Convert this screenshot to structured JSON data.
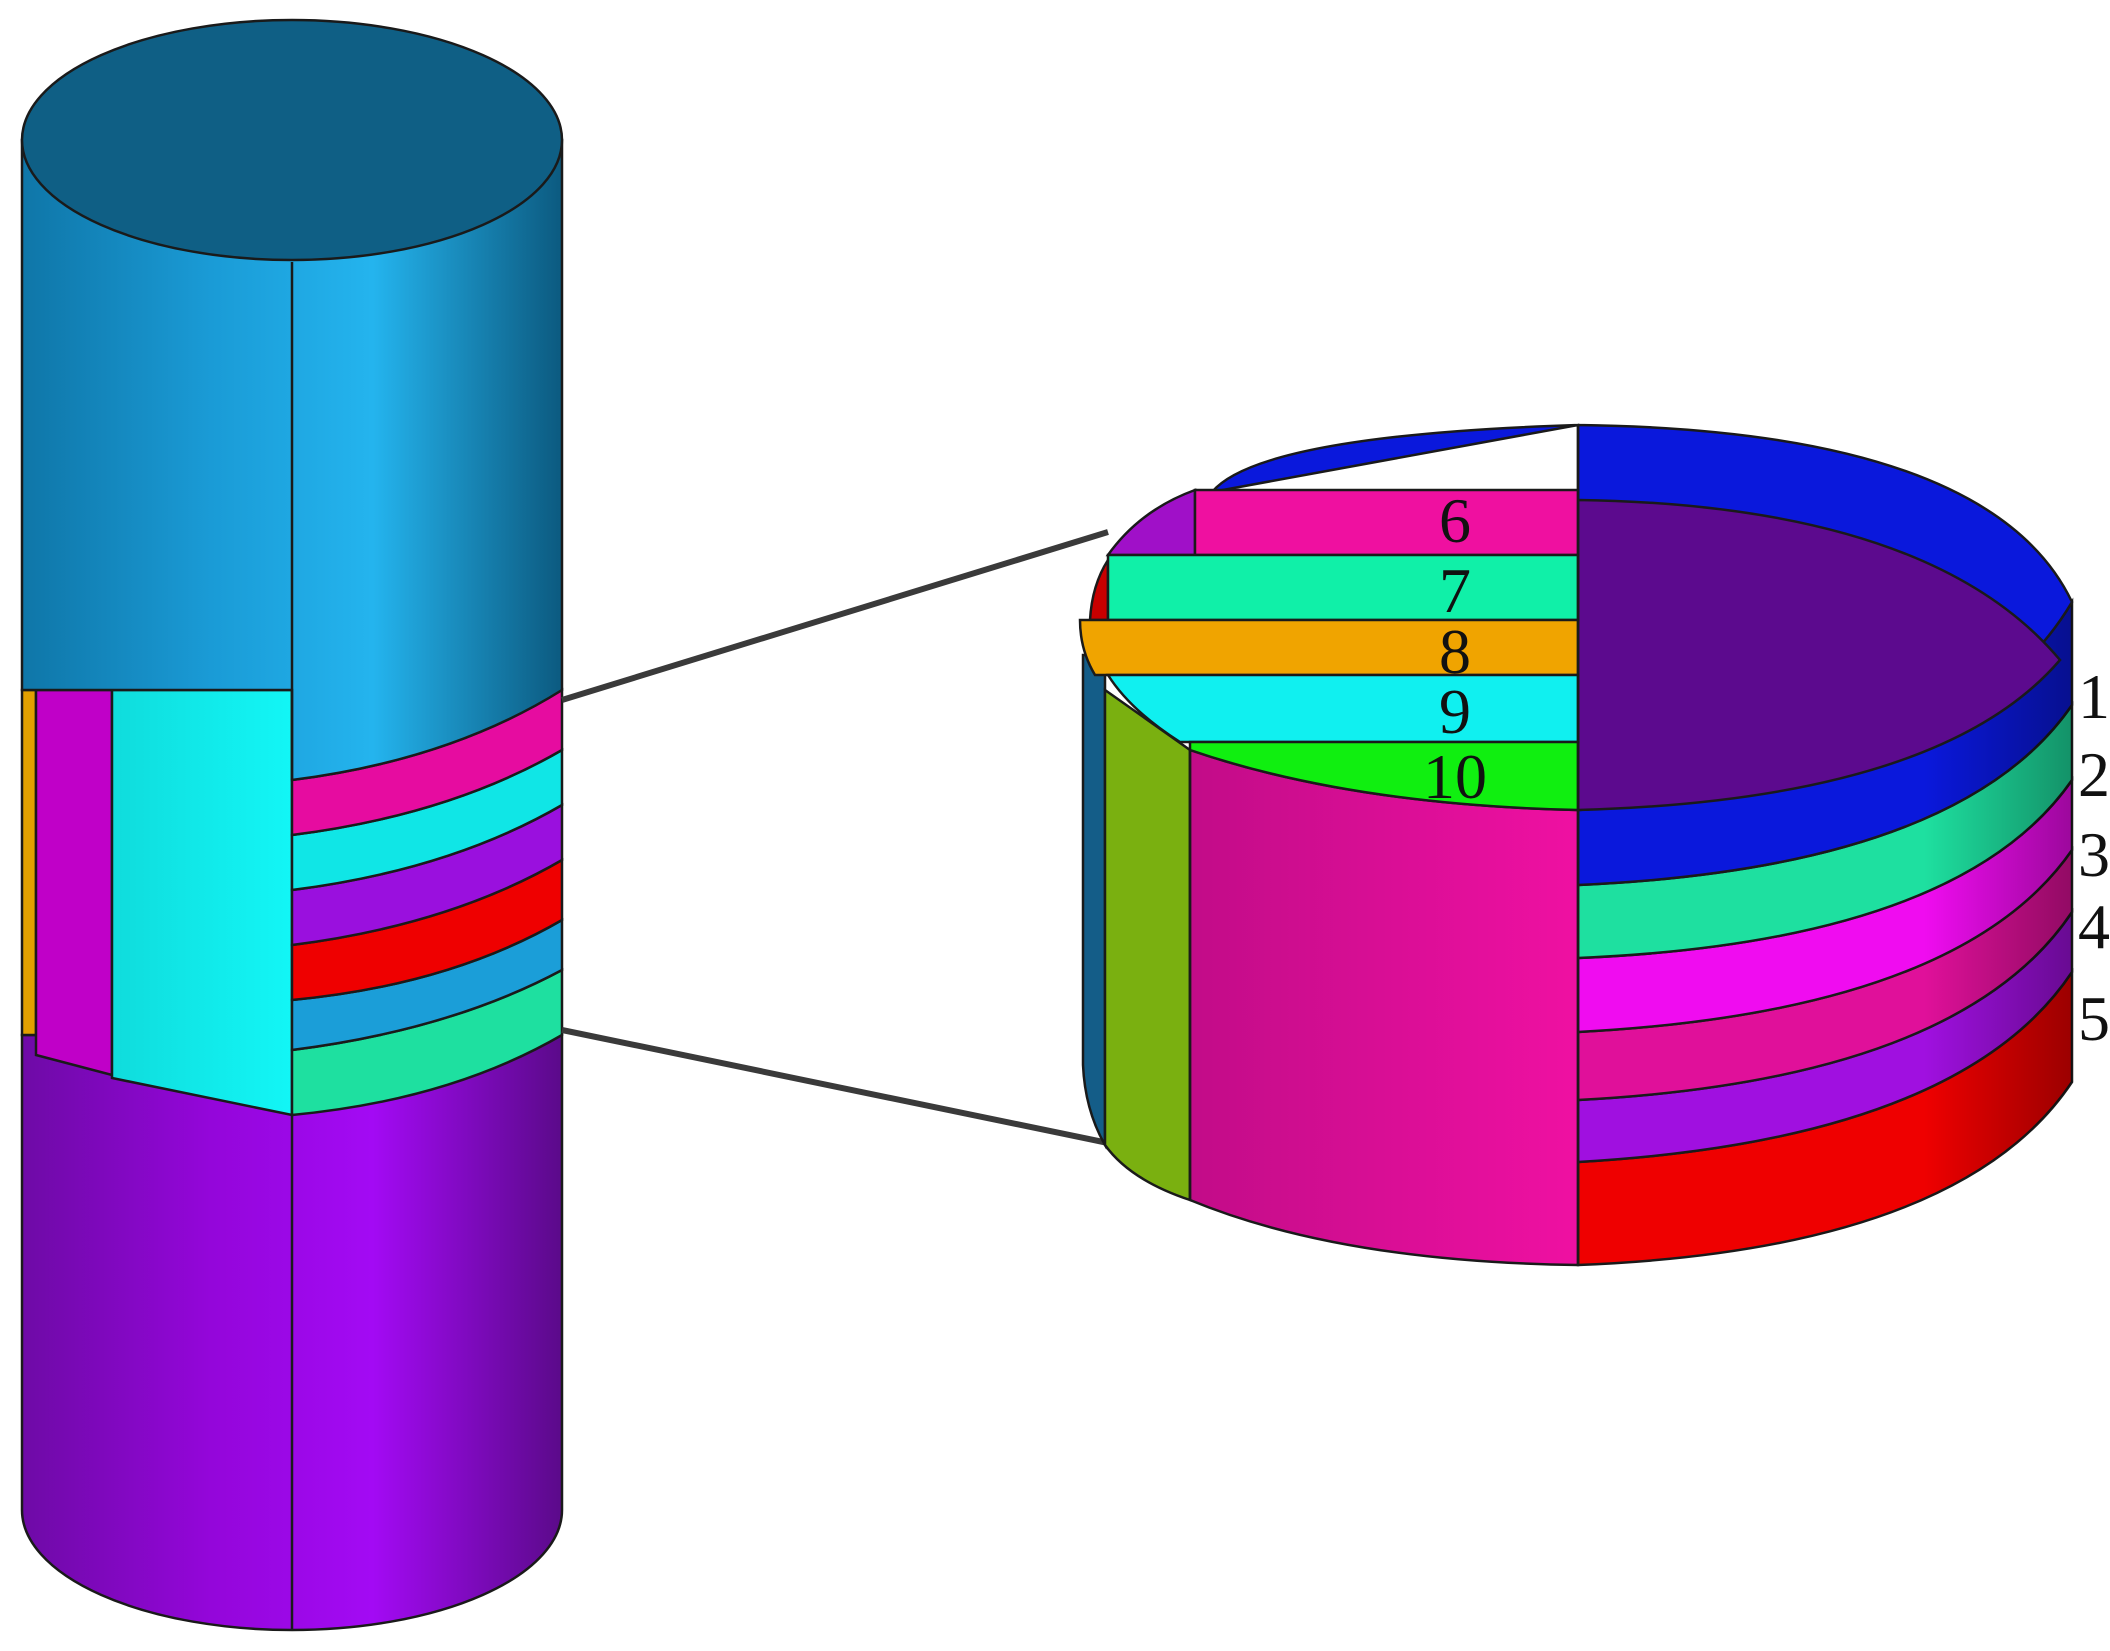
{
  "layer_labels": [
    "1",
    "2",
    "3",
    "4",
    "5",
    "6",
    "7",
    "8",
    "9",
    "10"
  ],
  "colors": {
    "top_cylinder": "#1b9ed8",
    "top_cap": "#0f5f85",
    "bottom_cylinder": "#9b0ae6",
    "cut_face_left": "#0ff0f0",
    "cut_strip_magenta": "#c000c8",
    "cut_strip_orange": "#e2a000",
    "layer_1": "#0a18dc",
    "layer_2": "#1ee0a0",
    "layer_3": "#f00cf0",
    "layer_4": "#e0109a",
    "layer_5": "#a010e0",
    "layer_6": "#ef10a0",
    "layer_7": "#10f0a8",
    "layer_8": "#f0a400",
    "layer_9": "#10f0f0",
    "layer_10": "#10ef10",
    "detail_top_right": "#5c0a8e",
    "detail_red": "#ef0000",
    "detail_left_outer": "#145d88",
    "detail_left_green": "#7ab010",
    "detail_front_magenta": "#e0109a",
    "callout_line": "#3a3a3a"
  }
}
